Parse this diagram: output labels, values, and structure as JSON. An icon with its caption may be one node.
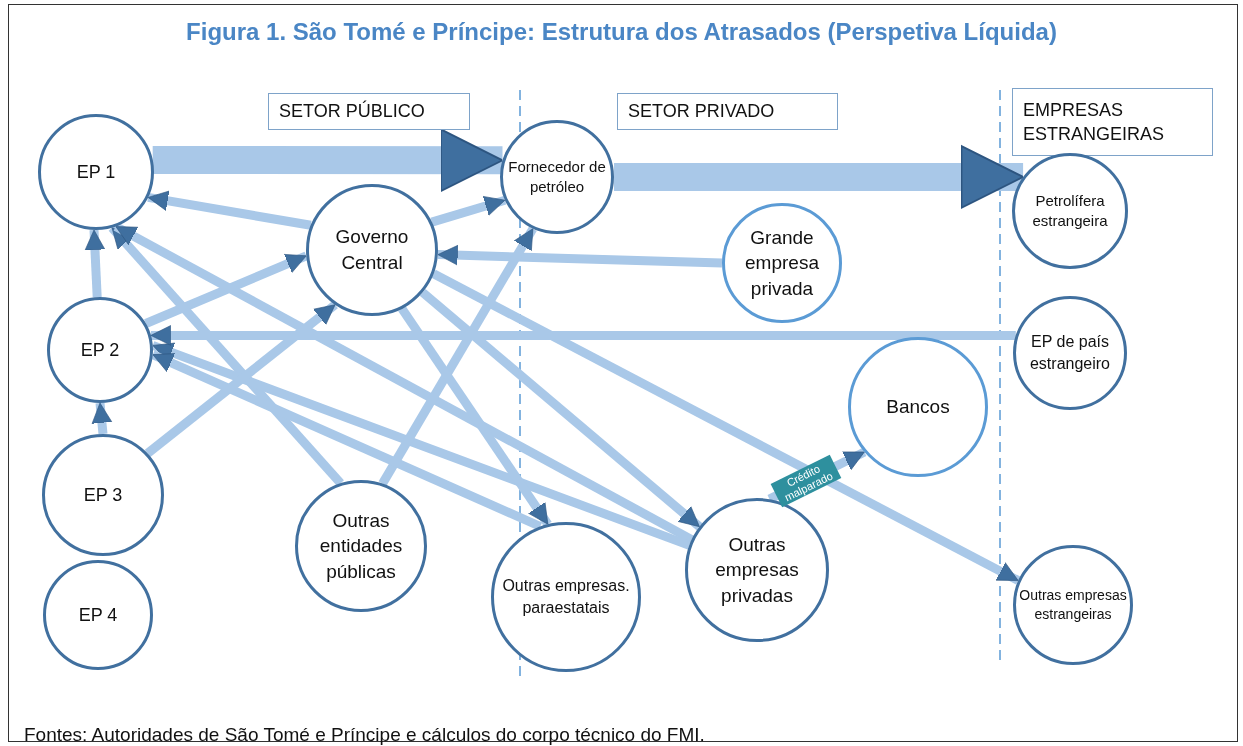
{
  "diagram": {
    "title": "Figura 1. São Tomé e Príncipe: Estrutura dos Atrasados (Perspetiva Líquida)",
    "caption": "Fontes: Autoridades de São Tomé e Príncipe e cálculos do corpo técnico do FMI.",
    "nodes": [
      {
        "text": [
          "SETOR PÚBLICO"
        ]
      },
      {
        "text": [
          "SETOR PRIVADO"
        ]
      },
      {
        "text": [
          "EMPRESAS ESTRANGEIRAS"
        ]
      },
      {
        "text": [
          "EP 1"
        ]
      },
      {
        "text": [
          "EP 2"
        ]
      },
      {
        "text": [
          "EP 3"
        ]
      },
      {
        "text": [
          "EP 4"
        ]
      },
      {
        "text": [
          "Governo Central"
        ]
      },
      {
        "text": [
          "Fornecedor de petróleo"
        ]
      },
      {
        "text": [
          "Grande empresa privada"
        ]
      },
      {
        "text": [
          "Outras entidades públicas"
        ]
      },
      {
        "text": [
          "Outras empresas. paraestatais"
        ]
      },
      {
        "text": [
          "Outras empresas privadas"
        ]
      },
      {
        "text": [
          "Bancos"
        ]
      },
      {
        "text": [
          "Petrolífera estrangeira"
        ]
      },
      {
        "text": [
          "EP de país estrangeiro"
        ]
      },
      {
        "text": [
          "Outras empresas estrangeiras"
        ]
      }
    ],
    "edges": [
      {
        "from": 3,
        "to": 8,
        "arrow": "to",
        "style": "thick"
      },
      {
        "from": 8,
        "to": 14,
        "arrow": "to",
        "style": "thick"
      },
      {
        "from": 7,
        "to": 3,
        "arrow": "to"
      },
      {
        "from": 7,
        "to": 8,
        "arrow": "to"
      },
      {
        "from": 9,
        "to": 7,
        "arrow": "to"
      },
      {
        "from": 4,
        "to": 3,
        "arrow": "to"
      },
      {
        "from": 4,
        "to": 7,
        "arrow": "to"
      },
      {
        "from": 10,
        "to": 3,
        "arrow": "to"
      },
      {
        "from": 12,
        "to": 3,
        "arrow": "to"
      },
      {
        "from": 12,
        "to": 4,
        "arrow": "to"
      },
      {
        "from": 5,
        "to": 7,
        "arrow": "to"
      },
      {
        "from": 5,
        "to": 4,
        "arrow": "to"
      },
      {
        "from": 10,
        "to": 8,
        "arrow": "to"
      },
      {
        "from": 7,
        "to": 11,
        "arrow": "to"
      },
      {
        "from": 7,
        "to": 12,
        "arrow": "to"
      },
      {
        "from": 7,
        "to": 16,
        "arrow": "to"
      },
      {
        "from": 15,
        "to": 4,
        "arrow": "to"
      },
      {
        "from": 11,
        "to": 4,
        "arrow": "to"
      },
      {
        "from": 12,
        "to": 13,
        "arrow": "to",
        "label": "Crédito malparado"
      }
    ]
  }
}
